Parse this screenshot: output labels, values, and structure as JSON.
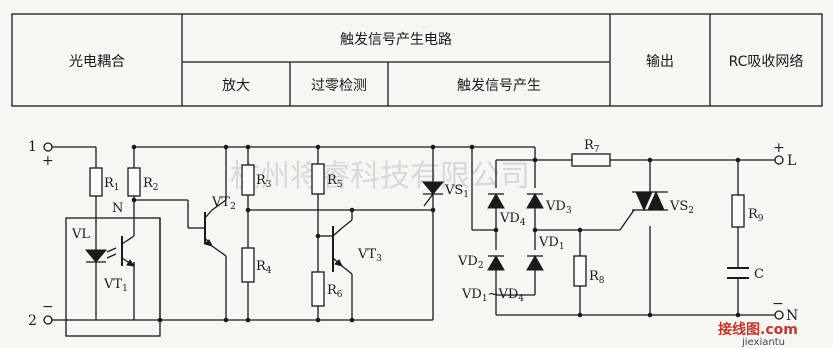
{
  "header": {
    "col1": "光电耦合",
    "group": "触发信号产生电路",
    "sub1": "放大",
    "sub2": "过零检测",
    "sub3": "触发信号产生",
    "col3": "输出",
    "col4": "RC吸收网络"
  },
  "terminals": {
    "t1": "1",
    "t1_sign": "+",
    "t2": "2",
    "t2_sign": "−",
    "L": "L",
    "L_sign": "+",
    "N": "N",
    "N_sign": "−"
  },
  "components": {
    "R1": "R",
    "R1_sub": "1",
    "R2": "R",
    "R2_sub": "2",
    "R3": "R",
    "R3_sub": "3",
    "R4": "R",
    "R4_sub": "4",
    "R5": "R",
    "R5_sub": "5",
    "R6": "R",
    "R6_sub": "6",
    "R7": "R",
    "R7_sub": "7",
    "R8": "R",
    "R8_sub": "8",
    "R9": "R",
    "R9_sub": "9",
    "C": "C",
    "node_N": "N",
    "VL": "VL",
    "VT1": "VT",
    "VT1_sub": "1",
    "VT2": "VT",
    "VT2_sub": "2",
    "VT3": "VT",
    "VT3_sub": "3",
    "VS1": "VS",
    "VS1_sub": "1",
    "VS2": "VS",
    "VS2_sub": "2",
    "VD1": "VD",
    "VD1_sub": "1",
    "VD2": "VD",
    "VD2_sub": "2",
    "VD3": "VD",
    "VD3_sub": "3",
    "VD4": "VD",
    "VD4_sub": "4",
    "VDrange_a": "VD",
    "VDrange_a_sub": "1",
    "VDrange_mid": "~VD",
    "VDrange_b_sub": "4"
  },
  "watermark": {
    "main": "杭州将睿科技有限公司",
    "logo": "接线图",
    "logo_suffix": ".com",
    "site": "jiexiantu"
  }
}
